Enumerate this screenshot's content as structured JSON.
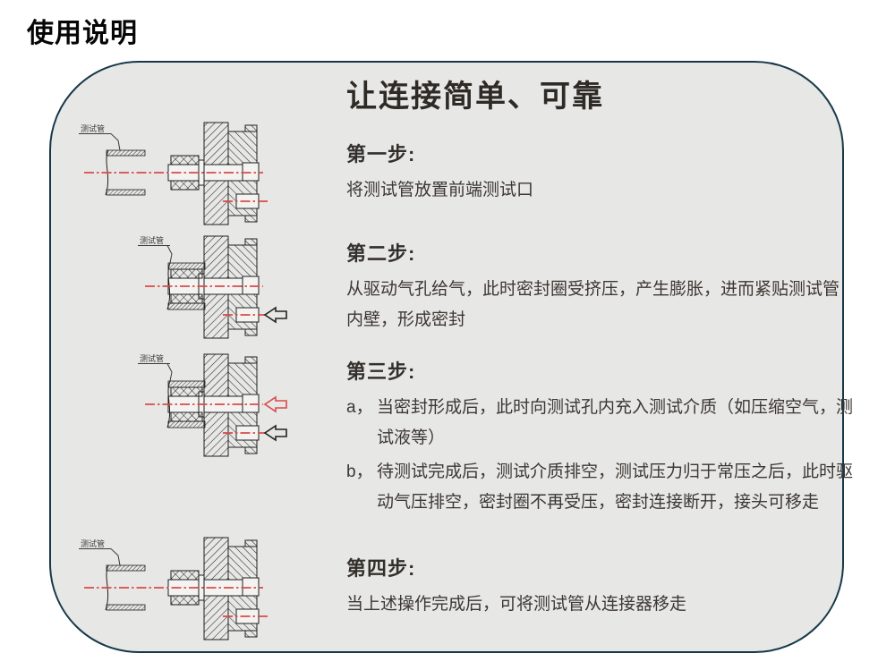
{
  "page": {
    "title": "使用说明"
  },
  "panel": {
    "heading": "让连接简单、可靠",
    "bg_color": "#e7e7e5",
    "border_color": "#17384a",
    "centerline_color": "#d94b4b"
  },
  "steps": [
    {
      "label": "第一步:",
      "body": "将测试管放置前端测试口"
    },
    {
      "label": "第二步:",
      "body": "从驱动气孔给气，此时密封圈受挤压，产生膨胀，进而紧贴测试管内壁，形成密封"
    },
    {
      "label": "第三步:",
      "items": [
        {
          "prefix": "a，",
          "text": "当密封形成后，此时向测试孔内充入测试介质（如压缩空气，测试液等）"
        },
        {
          "prefix": "b，",
          "text": "待测试完成后，测试介质排空，测试压力归于常压之后，此时驱动气压排空，密封圈不再受压，密封连接断开，接头可移走"
        }
      ]
    },
    {
      "label": "第四步:",
      "body": "当上述操作完成后，可将测试管从连接器移走"
    }
  ],
  "diagrams": [
    {
      "label": "测试管",
      "state": "tube-separated",
      "arrows": []
    },
    {
      "label": "测试管",
      "state": "tube-inserted-sealed",
      "arrows": [
        "drive-air-in"
      ]
    },
    {
      "label": "测试管",
      "state": "tube-inserted-testing",
      "arrows": [
        "test-media-in",
        "drive-air-in"
      ]
    },
    {
      "label": "测试管",
      "state": "tube-separated",
      "arrows": []
    }
  ]
}
